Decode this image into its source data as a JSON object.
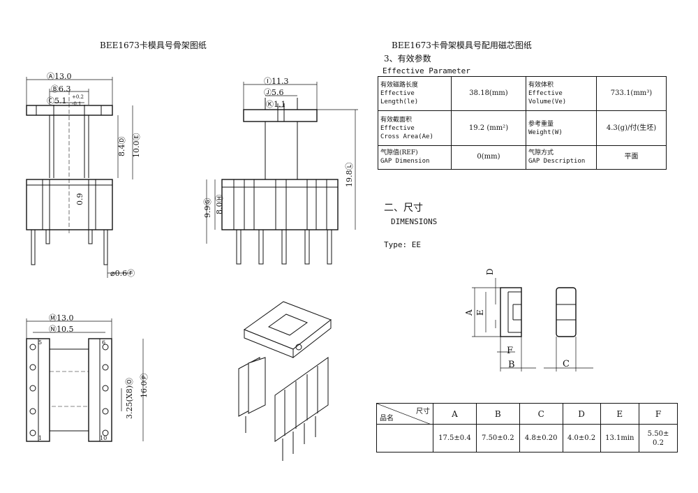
{
  "left_title": "BEE1673卡模具号骨架图纸",
  "right_title": "BEE1673卡骨架模具号配用磁芯图纸",
  "section3_heading": "3、有效参数",
  "section3_sub": "Effective Parameter",
  "params": [
    {
      "label_cn": "有效磁路长度",
      "label_en1": "Effective",
      "label_en2": "Length(le)",
      "value": "38.18(mm)",
      "label2_cn": "有效体积",
      "label2_en1": "Effective",
      "label2_en2": "Volume(Ve)",
      "value2": "733.1(mm³)"
    },
    {
      "label_cn": "有效截面积",
      "label_en1": "Effective",
      "label_en2": "Cross Area(Ae)",
      "value": "19.2 (mm²)",
      "label2_cn": "参考重量",
      "label2_en1": "Weight(W)",
      "label2_en2": "",
      "value2": "4.3(g)/付(生坯)"
    },
    {
      "label_cn": "气隙值(REF)",
      "label_en1": "GAP Dimension",
      "label_en2": "",
      "value": "0(mm)",
      "label2_cn": "气隙方式",
      "label2_en1": "GAP Description",
      "label2_en2": "",
      "value2": "平面"
    }
  ],
  "section2_heading": "二、尺寸",
  "section2_sub": "DIMENSIONS",
  "type_label": "Type: EE",
  "dims_table": {
    "corner_top": "尺寸",
    "corner_bottom": "品名",
    "headers": [
      "A",
      "B",
      "C",
      "D",
      "E",
      "F"
    ],
    "values": [
      "17.5±0.4",
      "7.50±0.2",
      "4.8±0.20",
      "4.0±0.2",
      "13.1min",
      "5.50±\n0.2"
    ]
  },
  "drawing_labels": {
    "a": "Ⓐ13.0",
    "b": "Ⓑ6.3",
    "c": "Ⓒ5.1",
    "c_tol_top": "+0.2",
    "c_tol_bot": "-0.1",
    "d": "8.4Ⓓ",
    "e": "10.0Ⓔ",
    "pin_gap": "0.9",
    "f": "⌀0.6Ⓕ",
    "i": "Ⓘ11.3",
    "j": "Ⓙ5.6",
    "k": "Ⓚ1.1",
    "l": "19.8Ⓛ",
    "g": "9.9Ⓖ",
    "h": "8.0Ⓗ",
    "m": "Ⓜ13.0",
    "n": "Ⓝ10.5",
    "o": "3.25(X8)Ⓞ",
    "p": "16.0Ⓟ",
    "pin5": "5",
    "pin6": "6",
    "pin1": "1",
    "pin10": "10",
    "core_a": "A",
    "core_b": "B",
    "core_c": "C",
    "core_d": "D",
    "core_e": "E",
    "core_f": "F"
  }
}
